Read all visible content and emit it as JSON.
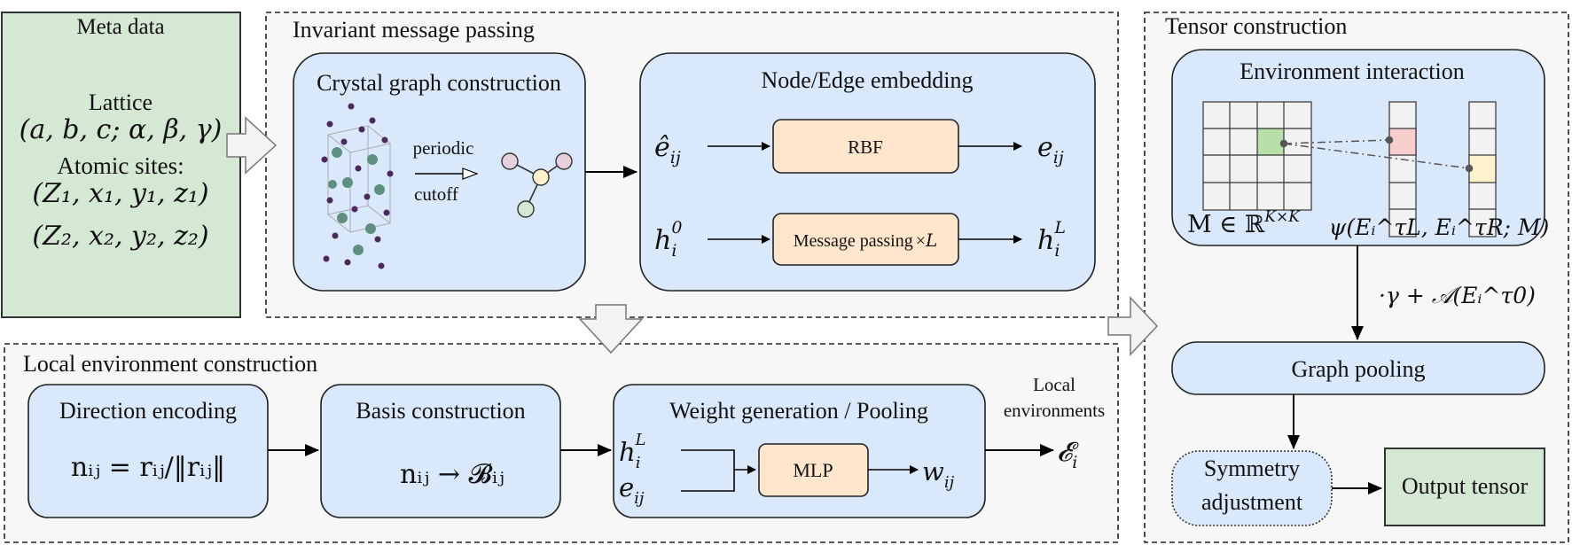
{
  "meta": {
    "title": "Meta data",
    "lattice_label": "Lattice",
    "lattice_params": "(a, b, c; α, β, γ)",
    "sites_label": "Atomic sites:",
    "site1": "(Z₁, x₁, y₁, z₁)",
    "site2": "(Z₂, x₂, y₂, z₂)"
  },
  "invariant": {
    "title": "Invariant message passing",
    "crystal_title": "Crystal graph construction",
    "periodic": "periodic",
    "cutoff": "cutoff",
    "embed_title": "Node/Edge embedding",
    "e_hat": "ê",
    "e_hat_sub": "ij",
    "rbf": "RBF",
    "e_out": "e",
    "e_out_sub": "ij",
    "h_in": "h",
    "h_in_sub": "i",
    "h_in_sup": "0",
    "mp": "Message passing",
    "mp_times": "×",
    "mp_L": "L",
    "h_out": "h",
    "h_out_sub": "i",
    "h_out_sup": "L"
  },
  "local": {
    "title": "Local environment construction",
    "dir_title": "Direction encoding",
    "dir_formula": "nᵢⱼ = rᵢⱼ/‖rᵢⱼ‖",
    "basis_title": "Basis construction",
    "basis_formula": "nᵢⱼ → 𝓑ᵢⱼ",
    "weight_title": "Weight generation / Pooling",
    "h_sym": "h",
    "h_sub": "i",
    "h_sup": "L",
    "e_sym": "e",
    "e_sub": "ij",
    "mlp": "MLP",
    "w_sym": "w",
    "w_sub": "ij",
    "local_label_1": "Local",
    "local_label_2": "environments",
    "out_sym": "𝓔",
    "out_sub": "i"
  },
  "tensor": {
    "title": "Tensor construction",
    "env_title": "Environment interaction",
    "matrix_label": "M ∈ ℝ",
    "matrix_sup": "K×K",
    "psi_label": "ψ(Eᵢ^τL, Eᵢ^τR; M)",
    "scale_label": "·γ + 𝒜(Eᵢ^τ0)",
    "pooling": "Graph pooling",
    "sym_1": "Symmetry",
    "sym_2": "adjustment",
    "output": "Output tensor"
  },
  "colors": {
    "green_box": "#d5e8d4",
    "blue_box": "#dae8fc",
    "orange_box": "#ffe6cc",
    "pink_cell": "#f8cecc",
    "yellow_cell": "#fff2cc",
    "green_cell": "#b9dfa8",
    "panel_bg": "#f7f7f7",
    "atom_dark": "#4a2a5a",
    "atom_teal": "#5f8f80"
  }
}
